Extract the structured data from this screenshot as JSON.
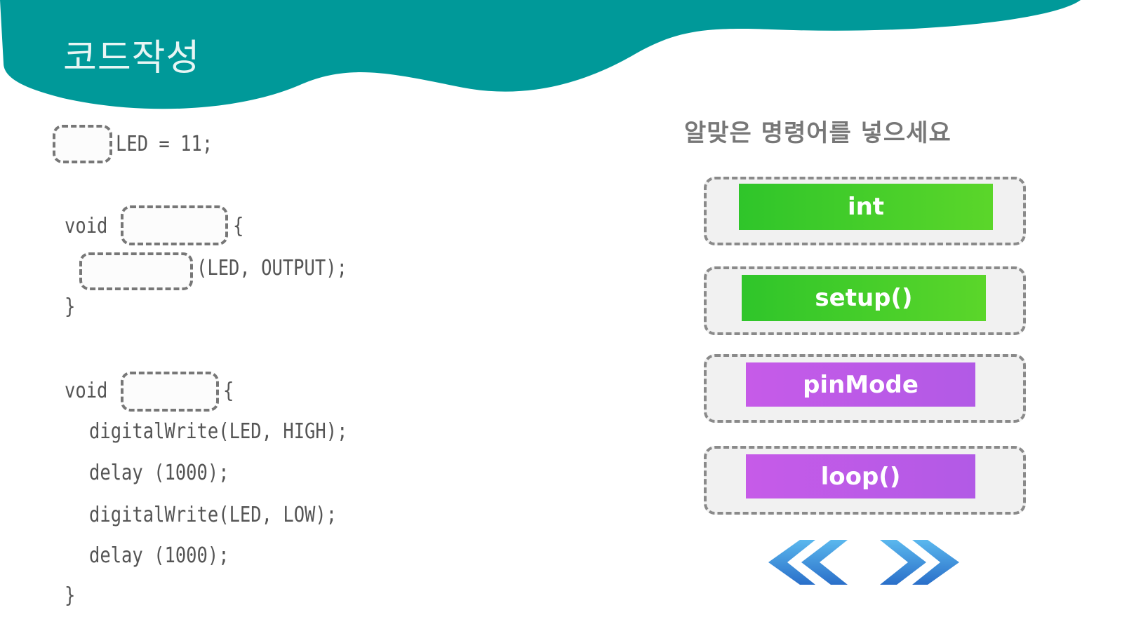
{
  "header": {
    "title": "코드작성",
    "color": "#009999"
  },
  "code": {
    "line1": "LED = 11;",
    "void1": "void",
    "brace_open1": "{",
    "pinmode_args": "(LED, OUTPUT);",
    "brace_close1": "}",
    "void2": "void",
    "brace_open2": "{",
    "body": [
      "digitalWrite(LED, HIGH);",
      "delay (1000);",
      "digitalWrite(LED, LOW);",
      "delay (1000);"
    ],
    "brace_close2": "}"
  },
  "panel": {
    "heading": "알맞은 명령어를 넣으세요",
    "options": [
      {
        "label": "int",
        "color": "#3ccb2a"
      },
      {
        "label": "setup()",
        "color": "#3ccb2a"
      },
      {
        "label": "pinMode",
        "color": "#c05ae7"
      },
      {
        "label": "loop()",
        "color": "#c05ae7"
      }
    ]
  },
  "navigation": {
    "prev_icon": "double-chevron-left-icon",
    "next_icon": "double-chevron-right-icon"
  }
}
